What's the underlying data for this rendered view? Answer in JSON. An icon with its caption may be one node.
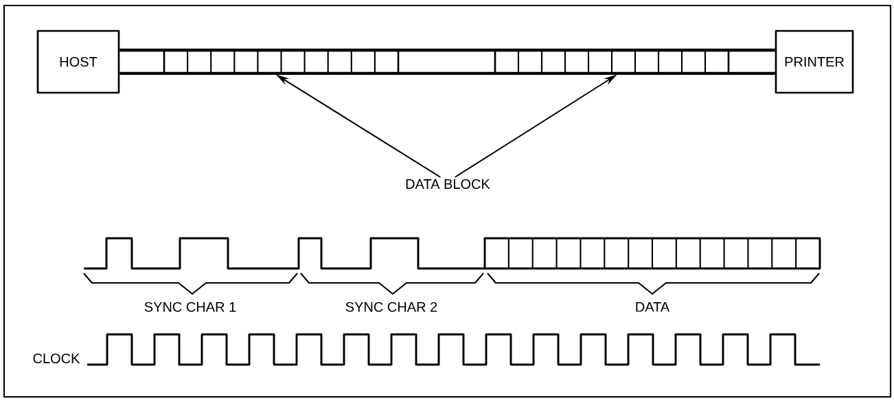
{
  "diagram": {
    "nodes": [
      {
        "text": [
          "HOST"
        ]
      },
      {
        "text": [
          "PRINTER"
        ]
      },
      {
        "text": [
          "DATA BLOCK"
        ]
      },
      {
        "text": [],
        "shape": "bar"
      },
      {
        "text": [],
        "shape": "bar"
      }
    ],
    "edges": [
      {
        "from": 0,
        "to": 1,
        "arrow": "none",
        "style": "thick"
      },
      {
        "from": 2,
        "to": 3,
        "arrow": "to"
      },
      {
        "from": 2,
        "to": 4,
        "arrow": "to"
      }
    ],
    "labels": [
      "SYNC CHAR 1",
      "SYNC CHAR 2",
      "DATA",
      "CLOCK"
    ]
  }
}
